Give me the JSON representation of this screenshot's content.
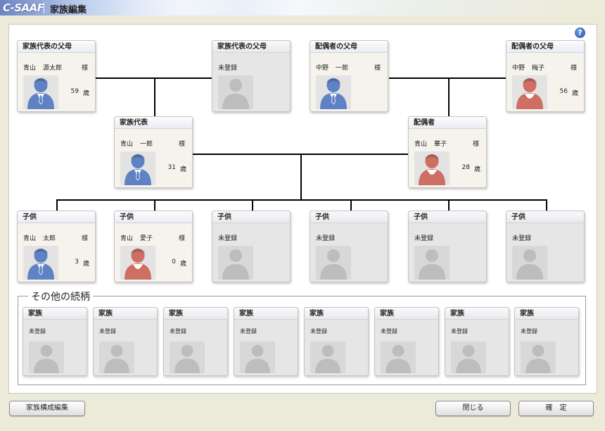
{
  "window": {
    "logo": "C-SAAF",
    "title": "家族編集",
    "help_glyph": "?"
  },
  "tree": {
    "cards": [
      {
        "id": "householder-father",
        "header": "家族代表の父母",
        "registered": true,
        "family_name": "青山",
        "given_name": "源太郎",
        "honorific": "様",
        "age": "59",
        "age_unit": "歳",
        "gender": "male"
      },
      {
        "id": "householder-mother",
        "header": "家族代表の父母",
        "registered": false,
        "status": "未登録"
      },
      {
        "id": "spouse-father",
        "header": "配偶者の父母",
        "registered": true,
        "family_name": "中野",
        "given_name": "一郎",
        "honorific": "様",
        "gender": "male"
      },
      {
        "id": "spouse-mother",
        "header": "配偶者の父母",
        "registered": true,
        "family_name": "中野",
        "given_name": "梅子",
        "honorific": "様",
        "age": "56",
        "age_unit": "歳",
        "gender": "female"
      },
      {
        "id": "householder",
        "header": "家族代表",
        "registered": true,
        "family_name": "青山",
        "given_name": "一郎",
        "honorific": "様",
        "age": "31",
        "age_unit": "歳",
        "gender": "male"
      },
      {
        "id": "spouse",
        "header": "配偶者",
        "registered": true,
        "family_name": "青山",
        "given_name": "華子",
        "honorific": "様",
        "age": "28",
        "age_unit": "歳",
        "gender": "female"
      },
      {
        "id": "child-1",
        "header": "子供",
        "registered": true,
        "family_name": "青山",
        "given_name": "太郎",
        "honorific": "様",
        "age": "3",
        "age_unit": "歳",
        "gender": "male"
      },
      {
        "id": "child-2",
        "header": "子供",
        "registered": true,
        "family_name": "青山",
        "given_name": "愛子",
        "honorific": "様",
        "age": "0",
        "age_unit": "歳",
        "gender": "female"
      },
      {
        "id": "child-3",
        "header": "子供",
        "registered": false,
        "status": "未登録"
      },
      {
        "id": "child-4",
        "header": "子供",
        "registered": false,
        "status": "未登録"
      },
      {
        "id": "child-5",
        "header": "子供",
        "registered": false,
        "status": "未登録"
      },
      {
        "id": "child-6",
        "header": "子供",
        "registered": false,
        "status": "未登録"
      }
    ]
  },
  "others": {
    "legend": "その他の続柄",
    "cards": [
      {
        "header": "家族",
        "status": "未登録"
      },
      {
        "header": "家族",
        "status": "未登録"
      },
      {
        "header": "家族",
        "status": "未登録"
      },
      {
        "header": "家族",
        "status": "未登録"
      },
      {
        "header": "家族",
        "status": "未登録"
      },
      {
        "header": "家族",
        "status": "未登録"
      },
      {
        "header": "家族",
        "status": "未登録"
      },
      {
        "header": "家族",
        "status": "未登録"
      }
    ]
  },
  "buttons": {
    "edit_structure": "家族構成編集",
    "close": "閉じる",
    "confirm": "確　定"
  },
  "colors": {
    "male": "#5e82c4",
    "female": "#cf6e62",
    "unregistered": "#bdbdbd"
  }
}
